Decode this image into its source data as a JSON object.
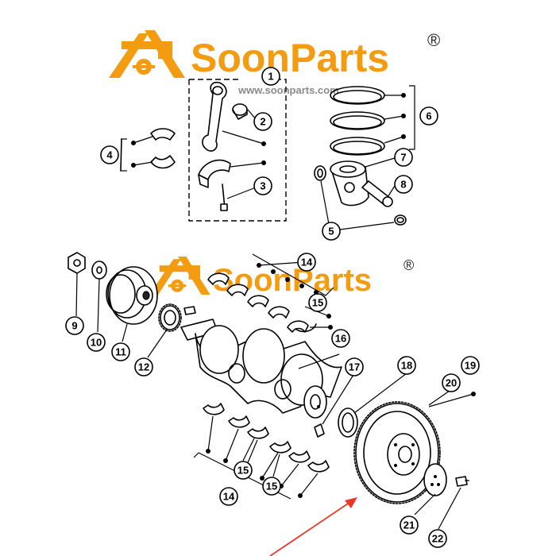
{
  "watermark": {
    "brand": "SoonParts",
    "url": "www.soonparts.com",
    "registered": "®",
    "accent_color": "#f39c12"
  },
  "callouts": [
    "1",
    "2",
    "3",
    "4",
    "5",
    "6",
    "7",
    "8",
    "9",
    "10",
    "11",
    "12",
    "14",
    "15",
    "16",
    "17",
    "18",
    "19",
    "20",
    "21",
    "22"
  ],
  "arrow_color": "#e8382a"
}
